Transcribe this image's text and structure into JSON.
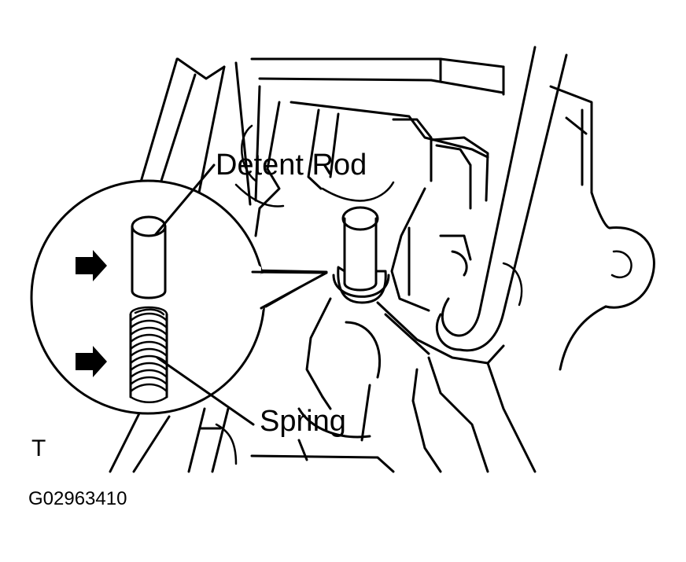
{
  "labels": {
    "detent_rod": "Detent Rod",
    "spring": "Spring",
    "corner_mark": "T",
    "figure_id": "G02963410"
  },
  "icons": [
    "arrow-right-icon",
    "arrow-right-icon"
  ],
  "colors": {
    "ink": "#000000",
    "paper": "#ffffff"
  }
}
